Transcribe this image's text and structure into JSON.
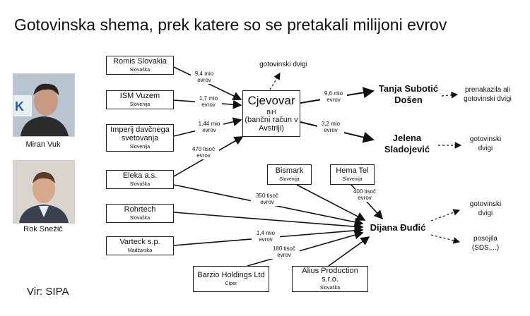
{
  "title": "Gotovinska shema, prek katere so se pretakali milijoni evrov",
  "source": "Vir: SIPA",
  "people": [
    {
      "name": "Miran Vuk"
    },
    {
      "name": "Rok Snežič"
    }
  ],
  "companies": {
    "romis": {
      "name": "Romis Slovakia",
      "country": "Slovaška"
    },
    "ism": {
      "name": "ISM Vuzem",
      "country": "Slovenija"
    },
    "imperij": {
      "name": "Imperij davčnega svetovanja",
      "country": "Slovenija"
    },
    "eleka": {
      "name": "Eleka a.s.",
      "country": "Slovaška"
    },
    "rohrtech": {
      "name": "Rohrtech",
      "country": "Slovaška"
    },
    "varteck": {
      "name": "Varteck s.p.",
      "country": "Madžarska"
    },
    "barzio": {
      "name": "Barzio Holdings Ltd",
      "country": "Ciper"
    },
    "alius": {
      "name": "Alius Production s.r.o.",
      "country": "Slovaška"
    },
    "bismark": {
      "name": "Bismark",
      "country": "Slovenija"
    },
    "hematel": {
      "name": "Hema Tel",
      "country": "Slovenija"
    }
  },
  "hub": {
    "name": "Cjevovar",
    "country": "BiH",
    "account": "(bančni račun v Avstriji)"
  },
  "targets": {
    "tanja": "Tanja Subotić Došen",
    "jelena": "Jelena Sladojević",
    "dijana": "Dijana Đuđić"
  },
  "notes": {
    "hub_out": "gotovinski dvigi",
    "tanja_out": "prenakazila ali gotovinski dvigi",
    "jelena_out": "gotovinski dvigi",
    "dijana_out1": "gotovinski dvigi",
    "dijana_out2": "posojila (SDS,...)"
  },
  "amounts": {
    "romis": "9,4 mio evrov",
    "ism": "1,7 mio evrov",
    "imperij": "1,44 mio evrov",
    "eleka_hub": "470 tisoč evrov",
    "to_tanja": "9,6 mio evrov",
    "to_jelena": "3,2 mio evrov",
    "eleka_dijana": "350 tisoč evrov",
    "hematel": "400 tisoč evrov",
    "varteck": "1,4 mio evrov",
    "barzio": "180 tisoč evrov"
  }
}
